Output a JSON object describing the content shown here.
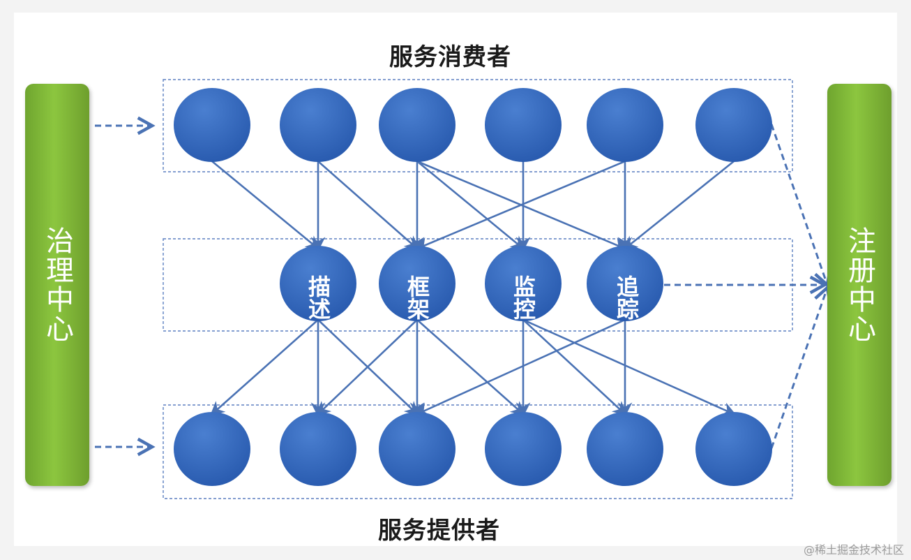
{
  "top_title": "服务消费者",
  "bottom_title": "服务提供者",
  "left_bar": {
    "label": "治理中心"
  },
  "right_bar": {
    "label": "注册中心"
  },
  "middle_nodes": [
    {
      "label": "描述"
    },
    {
      "label": "框架"
    },
    {
      "label": "监控"
    },
    {
      "label": "追踪"
    }
  ],
  "consumer_count": 6,
  "provider_count": 6,
  "watermark": "@稀土掘金技术社区",
  "colors": {
    "node": "#2a5cb0",
    "node_light": "#4a7fd0",
    "arrow": "#4a72b4",
    "box_border": "#5b7fc0",
    "bar": "#7fb53a"
  }
}
